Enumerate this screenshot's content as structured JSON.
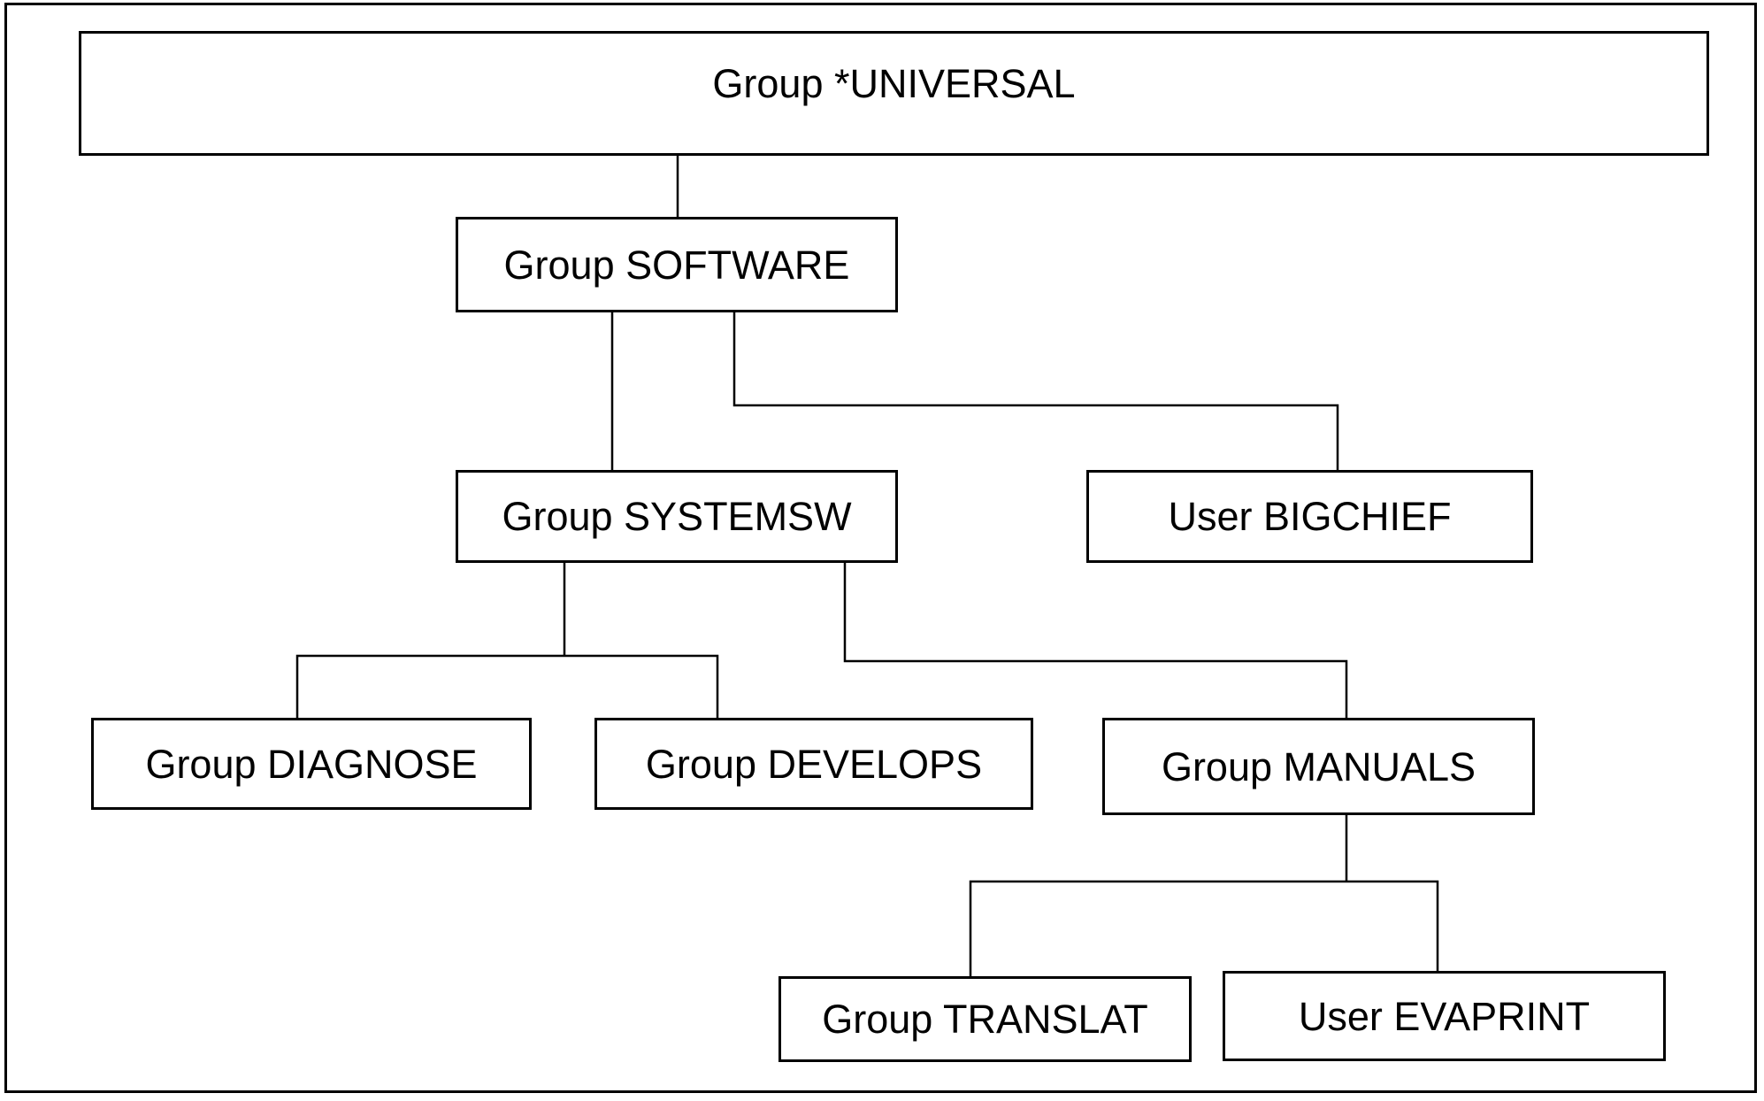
{
  "diagram": {
    "type": "hierarchy-tree",
    "colors": {
      "background": "#ffffff",
      "line": "#000000",
      "text": "#000000"
    },
    "nodes": {
      "universal": {
        "label": "Group *UNIVERSAL",
        "kind": "group"
      },
      "software": {
        "label": "Group SOFTWARE",
        "kind": "group"
      },
      "systemsw": {
        "label": "Group SYSTEMSW",
        "kind": "group"
      },
      "bigchief": {
        "label": "User BIGCHIEF",
        "kind": "user"
      },
      "diagnose": {
        "label": "Group DIAGNOSE",
        "kind": "group"
      },
      "develops": {
        "label": "Group DEVELOPS",
        "kind": "group"
      },
      "manuals": {
        "label": "Group MANUALS",
        "kind": "group"
      },
      "translat": {
        "label": "Group TRANSLAT",
        "kind": "group"
      },
      "evaprint": {
        "label": "User EVAPRINT",
        "kind": "user"
      }
    },
    "edges": [
      {
        "from": "Group *UNIVERSAL",
        "to": "Group SOFTWARE"
      },
      {
        "from": "Group SOFTWARE",
        "to": "Group SYSTEMSW"
      },
      {
        "from": "Group SOFTWARE",
        "to": "User BIGCHIEF"
      },
      {
        "from": "Group SYSTEMSW",
        "to": "Group DIAGNOSE"
      },
      {
        "from": "Group SYSTEMSW",
        "to": "Group DEVELOPS"
      },
      {
        "from": "Group SYSTEMSW",
        "to": "Group MANUALS"
      },
      {
        "from": "Group MANUALS",
        "to": "Group TRANSLAT"
      },
      {
        "from": "Group MANUALS",
        "to": "User EVAPRINT"
      }
    ]
  }
}
